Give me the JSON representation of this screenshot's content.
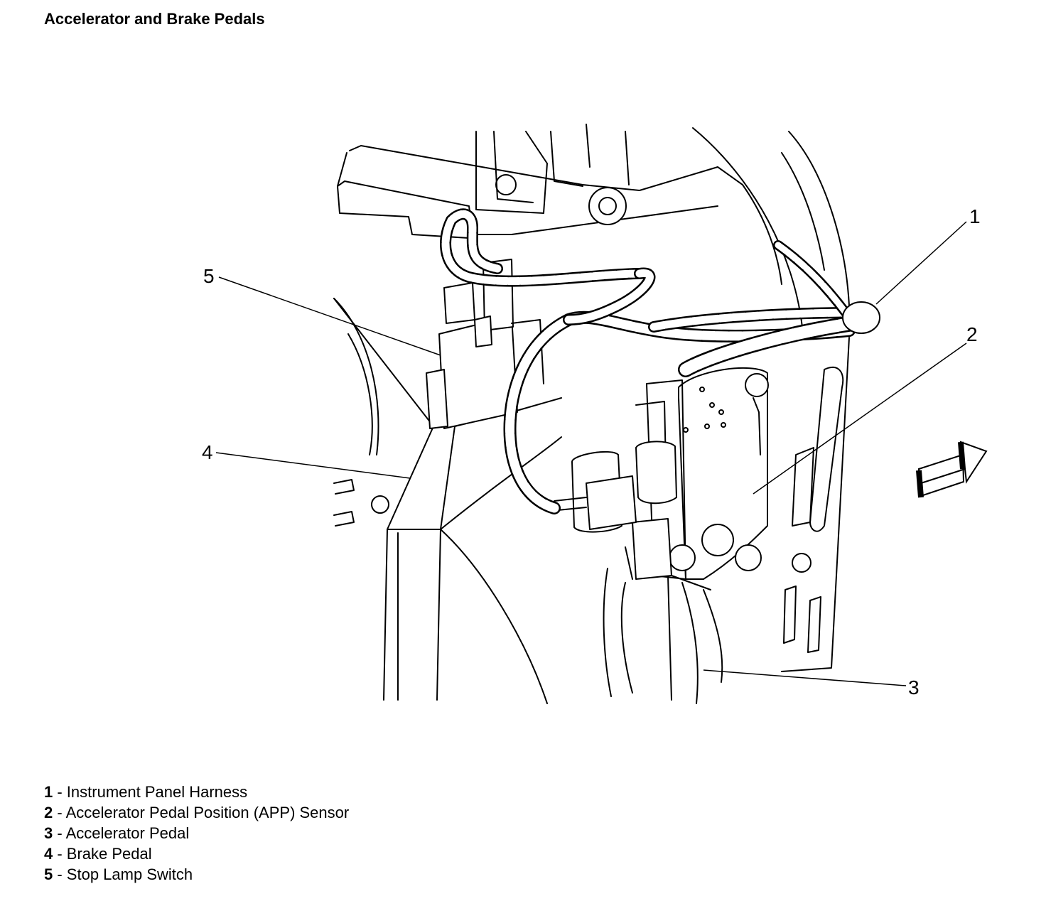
{
  "title": "Accelerator and Brake Pedals",
  "callouts": [
    {
      "num": "1"
    },
    {
      "num": "2"
    },
    {
      "num": "3"
    },
    {
      "num": "4"
    },
    {
      "num": "5"
    }
  ],
  "legend": [
    {
      "num": "1",
      "label": " - Instrument Panel Harness"
    },
    {
      "num": "2",
      "label": " - Accelerator Pedal Position (APP) Sensor"
    },
    {
      "num": "3",
      "label": " - Accelerator Pedal"
    },
    {
      "num": "4",
      "label": " - Brake Pedal"
    },
    {
      "num": "5",
      "label": " - Stop Lamp Switch"
    }
  ]
}
